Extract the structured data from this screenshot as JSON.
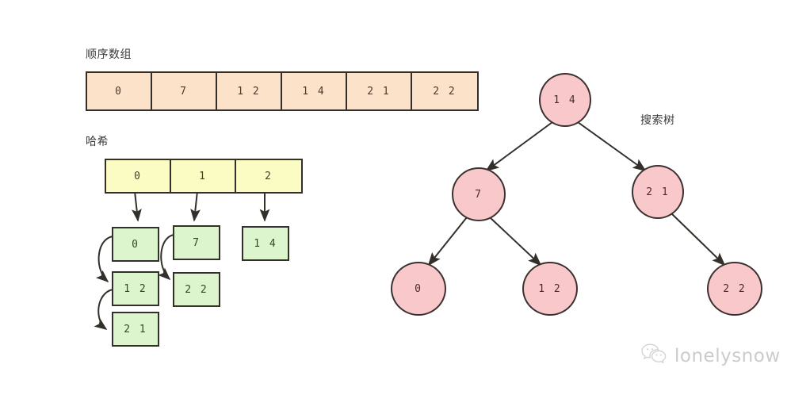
{
  "labels": {
    "array": "顺序数组",
    "hash": "哈希",
    "tree": "搜索树"
  },
  "colors": {
    "array_fill": "#fce2c8",
    "hash_fill": "#fbfbc4",
    "chain_fill": "#dcf5cd",
    "tree_fill": "#f9c8cb",
    "stroke": "#33302b"
  },
  "array": {
    "cells": [
      "0",
      "7",
      "1 2",
      "1 4",
      "2 1",
      "2 2"
    ]
  },
  "hash": {
    "buckets": [
      "0",
      "1",
      "2"
    ],
    "chains": [
      {
        "bucket": "0",
        "nodes": [
          "0",
          "1 2",
          "2 1"
        ]
      },
      {
        "bucket": "1",
        "nodes": [
          "7",
          "2 2"
        ]
      },
      {
        "bucket": "2",
        "nodes": [
          "1 4"
        ]
      }
    ]
  },
  "tree": {
    "nodes": [
      {
        "id": "root",
        "value": "1 4"
      },
      {
        "id": "left",
        "value": "7"
      },
      {
        "id": "right",
        "value": "2 1"
      },
      {
        "id": "ll",
        "value": "0"
      },
      {
        "id": "lr",
        "value": "1 2"
      },
      {
        "id": "rr",
        "value": "2 2"
      }
    ],
    "edges": [
      {
        "from": "root",
        "to": "left"
      },
      {
        "from": "root",
        "to": "right"
      },
      {
        "from": "left",
        "to": "ll"
      },
      {
        "from": "left",
        "to": "lr"
      },
      {
        "from": "right",
        "to": "rr"
      }
    ]
  },
  "watermark": {
    "text": "lonelysnow",
    "icon": "wechat-icon"
  }
}
